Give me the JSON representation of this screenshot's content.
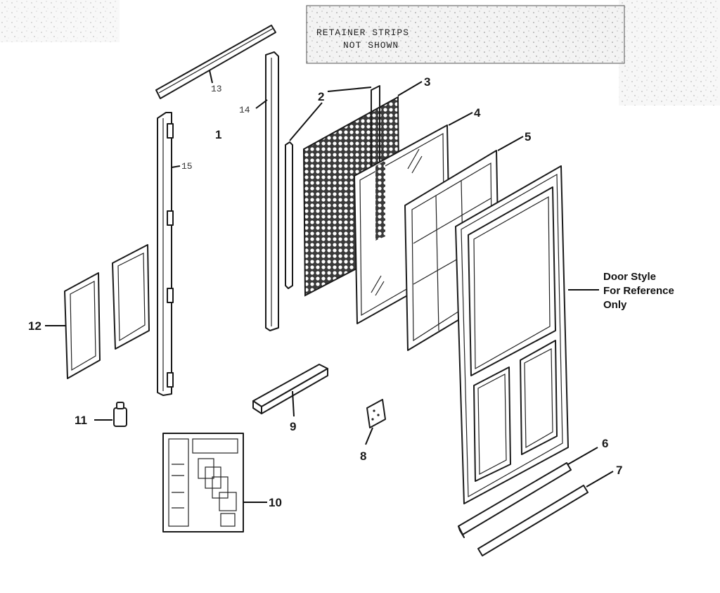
{
  "banner": {
    "line1": "RETAINER STRIPS",
    "line2": "NOT SHOWN"
  },
  "reference_note": {
    "line1": "Door Style",
    "line2": "For Reference",
    "line3": "Only"
  },
  "callouts": {
    "p1": "1",
    "p2": "2",
    "p3": "3",
    "p4": "4",
    "p5": "5",
    "p6": "6",
    "p7": "7",
    "p8": "8",
    "p9": "9",
    "p10": "10",
    "p11": "11",
    "p12": "12",
    "p13": "13",
    "p14": "14",
    "p15": "15"
  },
  "colors": {
    "ink": "#1a1a1a",
    "paper": "#ffffff",
    "screen_mesh": "#2a2a2a"
  }
}
